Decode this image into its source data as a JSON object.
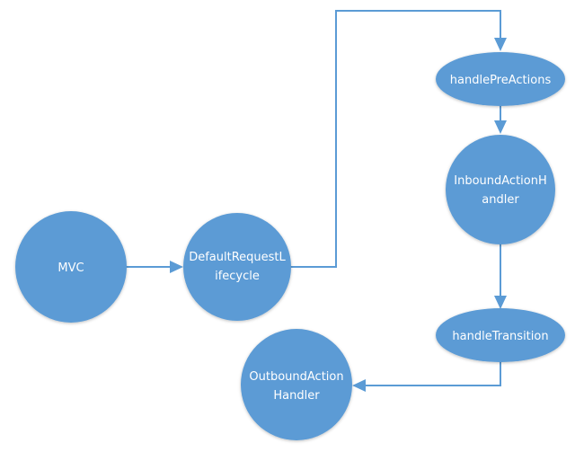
{
  "diagram": {
    "colors": {
      "node_fill": "#5b9bd5",
      "edge": "#5b9bd5",
      "text": "#ffffff",
      "background": "#ffffff"
    },
    "nodes": [
      {
        "id": "mvc",
        "shape": "circle",
        "lines": [
          "MVC"
        ]
      },
      {
        "id": "default-request-lifecycle",
        "shape": "circle",
        "lines": [
          "DefaultRequestL",
          "ifecycle"
        ]
      },
      {
        "id": "handle-pre-actions",
        "shape": "ellipse",
        "lines": [
          "handlePreActions"
        ]
      },
      {
        "id": "inbound-action-handler",
        "shape": "circle",
        "lines": [
          "InboundActionH",
          "andler"
        ]
      },
      {
        "id": "handle-transition",
        "shape": "ellipse",
        "lines": [
          "handleTransition"
        ]
      },
      {
        "id": "outbound-action-handler",
        "shape": "circle",
        "lines": [
          "OutboundAction",
          "Handler"
        ]
      }
    ],
    "edges": [
      {
        "from": "mvc",
        "to": "default-request-lifecycle"
      },
      {
        "from": "default-request-lifecycle",
        "to": "handle-pre-actions"
      },
      {
        "from": "handle-pre-actions",
        "to": "inbound-action-handler"
      },
      {
        "from": "inbound-action-handler",
        "to": "handle-transition"
      },
      {
        "from": "handle-transition",
        "to": "outbound-action-handler"
      }
    ]
  }
}
